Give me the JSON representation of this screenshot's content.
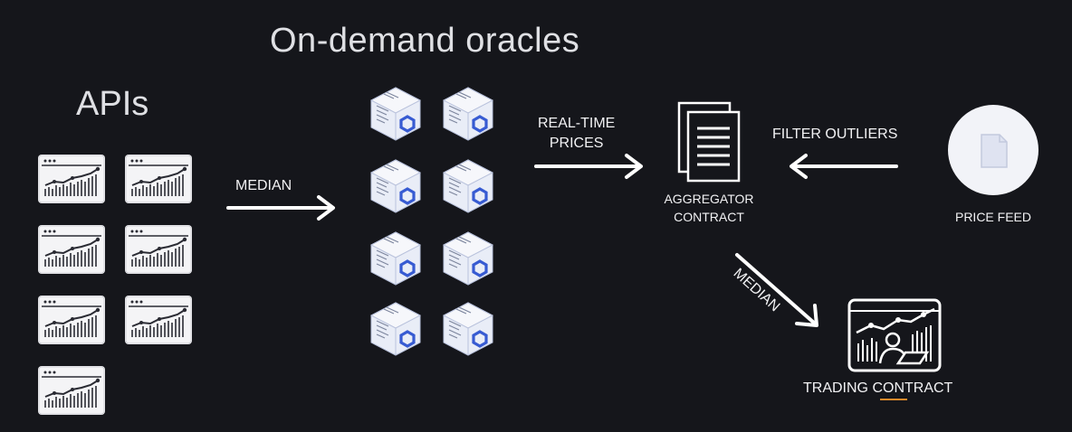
{
  "titles": {
    "oracles": "On-demand oracles",
    "apis": "APIs"
  },
  "labels": {
    "median_left": "MEDIAN",
    "realtime_line1": "REAL-TIME",
    "realtime_line2": "PRICES",
    "filter_outliers": "FILTER OUTLIERS",
    "aggregator_line1": "AGGREGATOR",
    "aggregator_line2": "CONTRACT",
    "price_feed": "PRICE FEED",
    "median_diagonal": "MEDIAN",
    "trading_contract": "TRADING CONTRACT"
  },
  "icons": {
    "api_card": "api-chart-card-icon",
    "oracle": "chainlink-oracle-cube-icon",
    "aggregator": "document-stack-icon",
    "price_feed": "document-icon",
    "trading": "trading-chart-person-icon"
  },
  "colors": {
    "background": "#15161b",
    "arrow": "#ffffff",
    "card": "#f4f4f6",
    "oracle_blue": "#375bd2",
    "underline": "#e28a2b"
  }
}
